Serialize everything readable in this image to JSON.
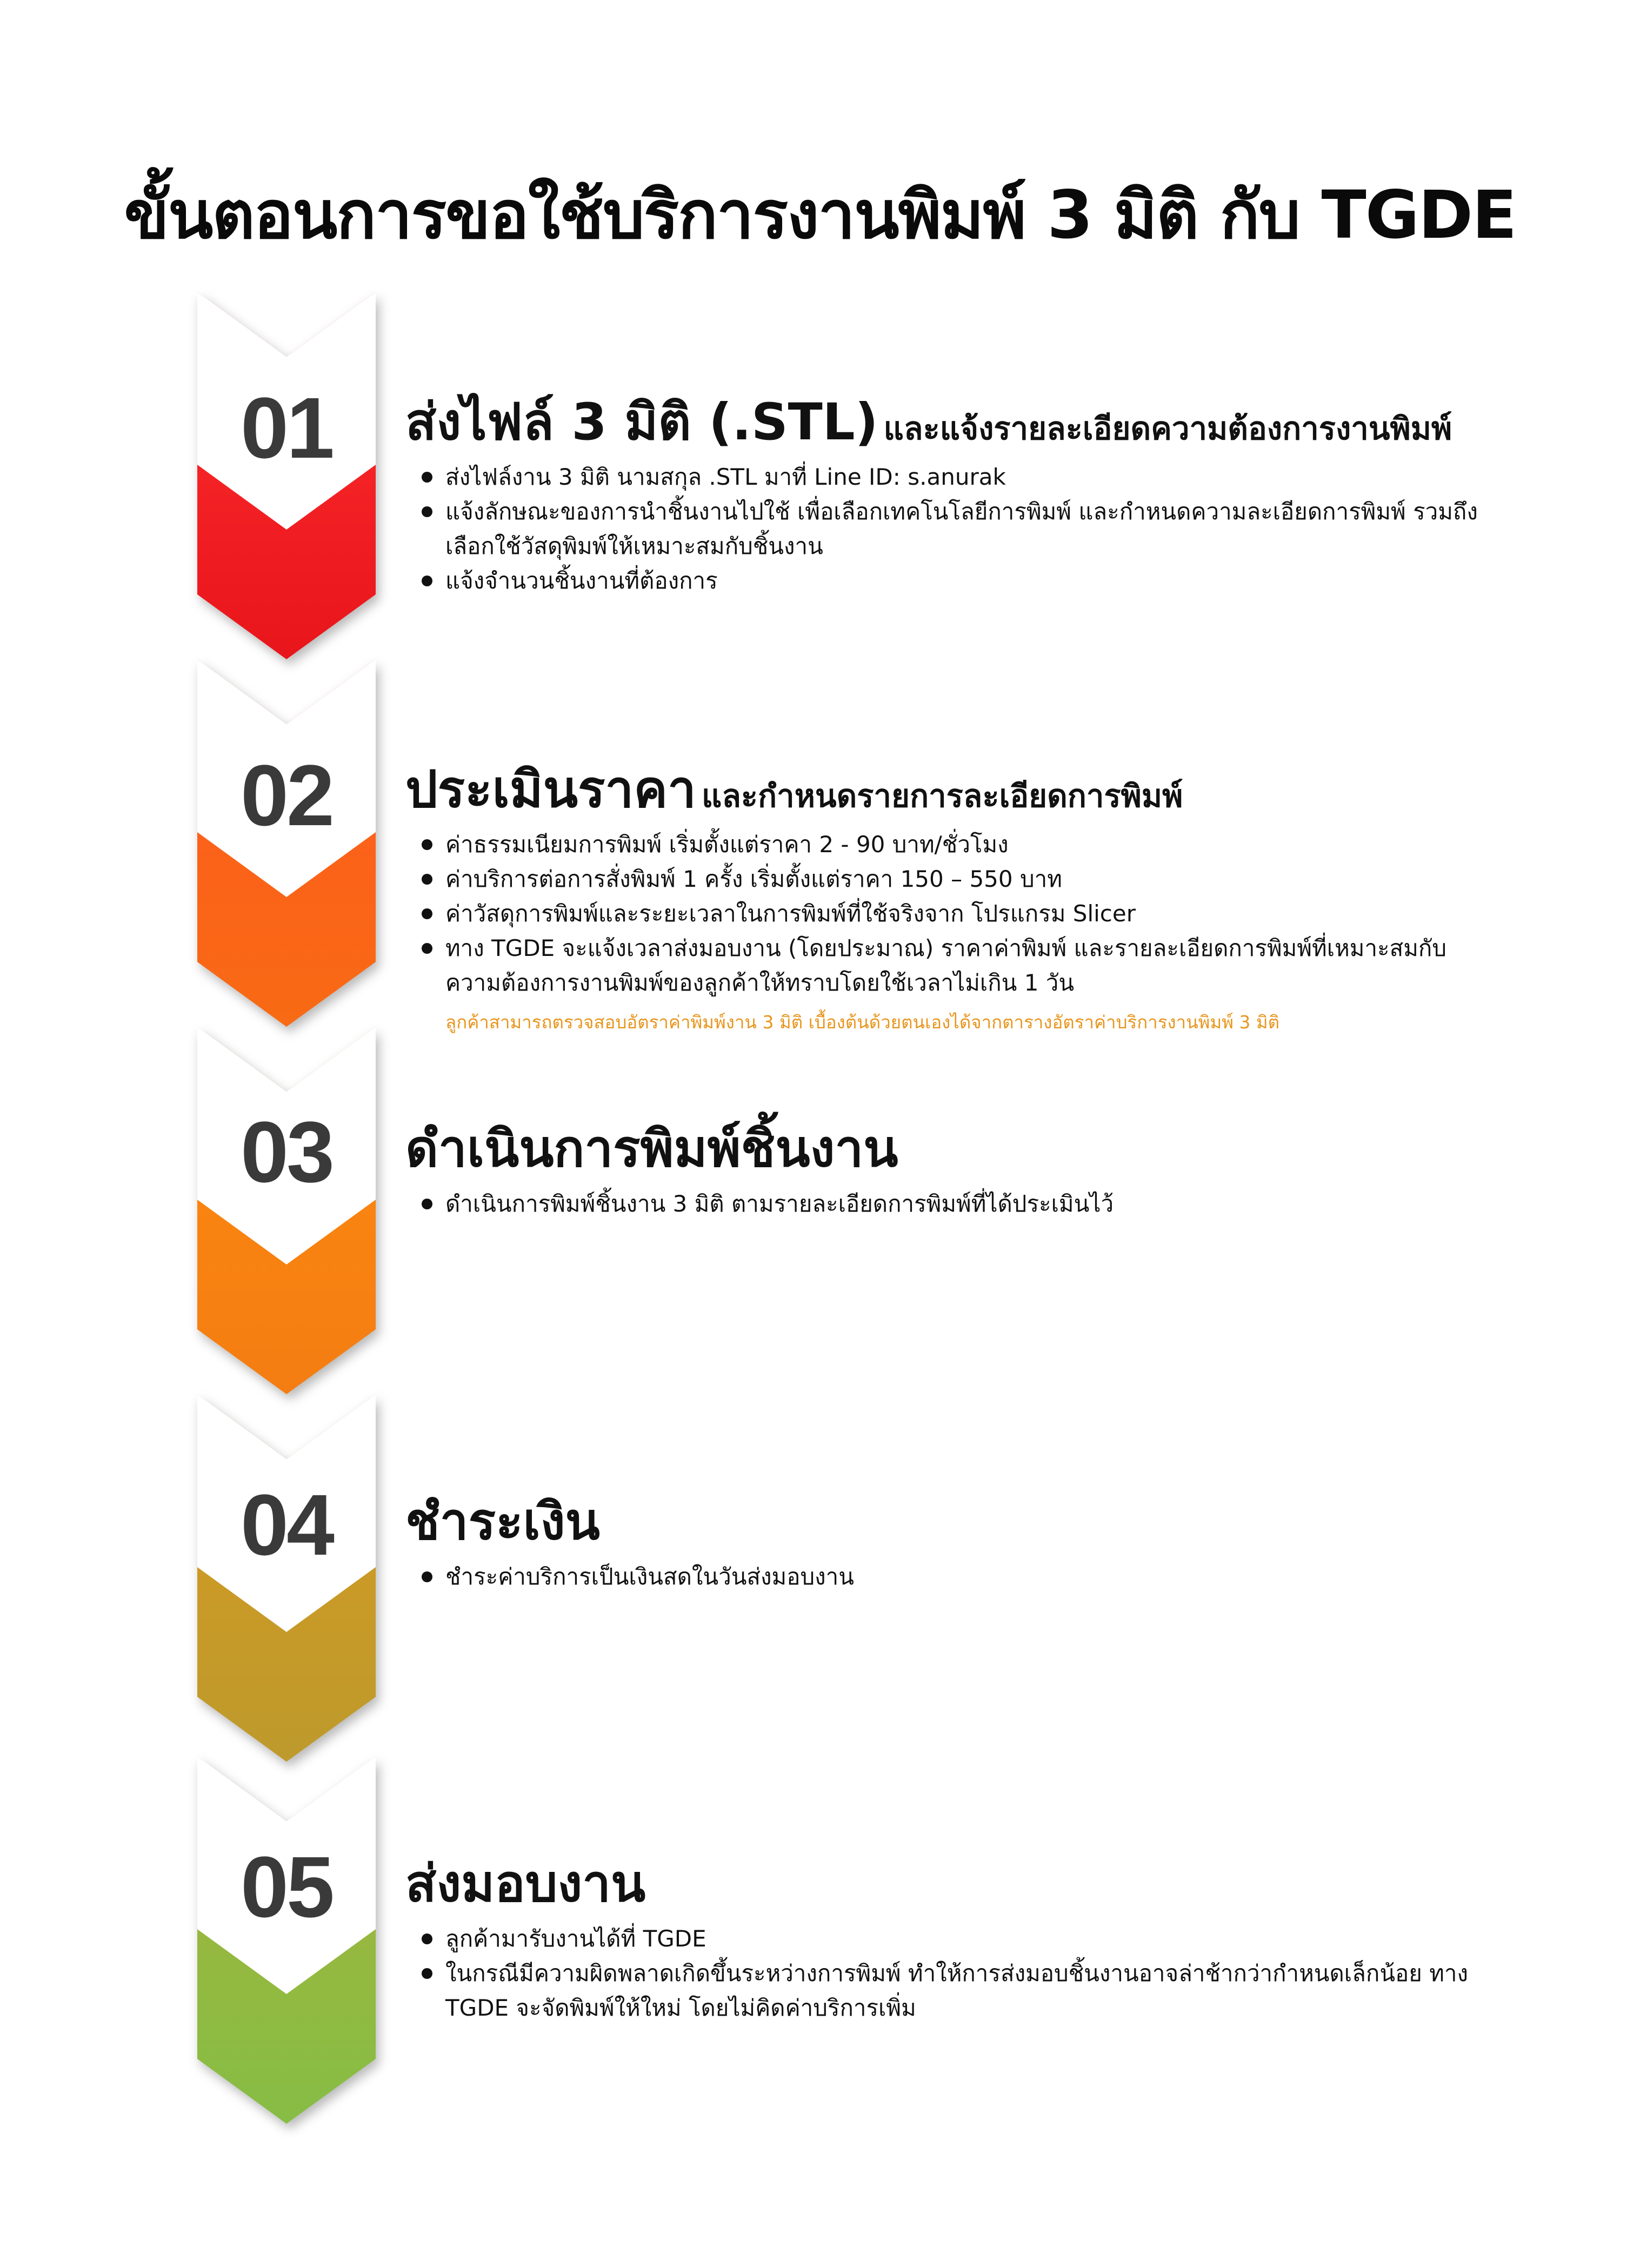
{
  "title": "ขั้นตอนการขอใช้บริการงานพิมพ์ 3 มิติ กับ TGDE",
  "steps": [
    {
      "number": "01",
      "heading": "ส่งไฟล์ 3 มิติ (.STL)",
      "subheading": "และแจ้งรายละเอียดความต้องการงานพิมพ์",
      "gradient": [
        "#ff2f2f",
        "#e8151b"
      ],
      "bullets": [
        "ส่งไฟล์งาน 3 มิติ นามสกุล .STL มาที่ Line ID: s.anurak",
        "แจ้งลักษณะของการนำชิ้นงานไปใช้ เพื่อเลือกเทคโนโลยีการพิมพ์ และกำหนดความละเอียดการพิมพ์ รวมถึงเลือกใช้วัสดุพิมพ์ให้เหมาะสมกับชิ้นงาน",
        "แจ้งจำนวนชิ้นงานที่ต้องการ"
      ],
      "note": ""
    },
    {
      "number": "02",
      "heading": "ประเมินราคา",
      "subheading": "และกำหนดรายการละเอียดการพิมพ์",
      "gradient": [
        "#ff5a1e",
        "#f86a14"
      ],
      "bullets": [
        "ค่าธรรมเนียมการพิมพ์ เริ่มตั้งแต่ราคา 2 - 90 บาท/ชั่วโมง",
        "ค่าบริการต่อการสั่งพิมพ์ 1 ครั้ง เริ่มตั้งแต่ราคา 150 – 550 บาท",
        "ค่าวัสดุการพิมพ์และระยะเวลาในการพิมพ์ที่ใช้จริงจาก โปรแกรม Slicer",
        "ทาง TGDE จะแจ้งเวลาส่งมอบงาน (โดยประมาณ) ราคาค่าพิมพ์ และรายละเอียดการพิมพ์ที่เหมาะสมกับ ความต้องการงานพิมพ์ของลูกค้าให้ทราบโดยใช้เวลาไม่เกิน 1 วัน"
      ],
      "note": "ลูกค้าสามารถตรวจสอบอัตราค่าพิมพ์งาน 3 มิติ เบื้องต้นด้วยตนเองได้จากตารางอัตราค่าบริการงานพิมพ์ 3 มิติ"
    },
    {
      "number": "03",
      "heading": "ดำเนินการพิมพ์ชิ้นงาน",
      "subheading": "",
      "gradient": [
        "#ff8a10",
        "#f47d12"
      ],
      "bullets": [
        "ดำเนินการพิมพ์ชิ้นงาน 3 มิติ ตามรายละเอียดการพิมพ์ที่ได้ประเมินไว้"
      ],
      "note": ""
    },
    {
      "number": "04",
      "heading": "ชำระเงิน",
      "subheading": "",
      "gradient": [
        "#d89a22",
        "#bd9a2c"
      ],
      "bullets": [
        "ชำระค่าบริการเป็นเงินสดในวันส่งมอบงาน"
      ],
      "note": ""
    },
    {
      "number": "05",
      "heading": "ส่งมอบงาน",
      "subheading": "",
      "gradient": [
        "#a6b43a",
        "#86bd45"
      ],
      "bullets": [
        "ลูกค้ามารับงานได้ที่ TGDE",
        "ในกรณีมีความผิดพลาดเกิดขึ้นระหว่างการพิมพ์ ทำให้การส่งมอบชิ้นงานอาจล่าช้ากว่ากำหนดเล็กน้อย ทาง TGDE จะจัดพิมพ์ให้ใหม่ โดยไม่คิดค่าบริการเพิ่ม"
      ],
      "note": ""
    }
  ]
}
